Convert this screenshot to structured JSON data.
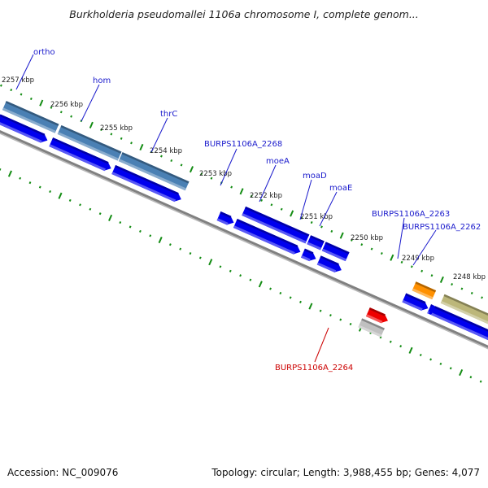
{
  "header": {
    "title": "Burkholderia pseudomallei 1106a chromosome I, complete genom..."
  },
  "footer": {
    "accession": "Accession: NC_009076",
    "summary": "Topology: circular; Length: 3,988,455 bp; Genes: 4,077"
  },
  "colors": {
    "backbone": "#808080",
    "tick": "#138c13",
    "label_blue": "#1a1acc",
    "label_red": "#cc0000",
    "cds": "#0000ee",
    "gene_steel": "#4a80b4",
    "gene_orange": "#ff9000",
    "gene_olive": "#bcb77a",
    "gene_red": "#ee0000",
    "gene_gray": "#c0c0c0"
  },
  "map": {
    "tick_unit": "kbp",
    "major_ticks": [
      {
        "pos": 2257,
        "label": "2257 kbp"
      },
      {
        "pos": 2256,
        "label": "2256 kbp"
      },
      {
        "pos": 2255,
        "label": "2255 kbp"
      },
      {
        "pos": 2254,
        "label": "2254 kbp"
      },
      {
        "pos": 2253,
        "label": "2253 kbp"
      },
      {
        "pos": 2252,
        "label": "2252 kbp"
      },
      {
        "pos": 2251,
        "label": "2251 kbp"
      },
      {
        "pos": 2250,
        "label": "2250 kbp"
      },
      {
        "pos": 2249,
        "label": "2249 kbp"
      },
      {
        "pos": 2248,
        "label": "2248 kbp"
      }
    ],
    "features": [
      {
        "name": "ortho",
        "track": "gene",
        "strand": "upper",
        "start": 2257.6,
        "end": 2256.55,
        "color": "gene_steel",
        "arrow": false
      },
      {
        "name": "hom",
        "track": "gene",
        "strand": "upper",
        "start": 2256.5,
        "end": 2255.3,
        "color": "gene_steel",
        "arrow": false
      },
      {
        "name": "thrC",
        "track": "gene",
        "strand": "upper",
        "start": 2255.28,
        "end": 2253.95,
        "color": "gene_steel",
        "arrow": false
      },
      {
        "name": "ortho-cds",
        "track": "cds",
        "strand": "upper",
        "start": 2257.6,
        "end": 2256.62,
        "color": "cds",
        "arrow": true
      },
      {
        "name": "hom-cds",
        "track": "cds",
        "strand": "upper",
        "start": 2256.55,
        "end": 2255.35,
        "color": "cds",
        "arrow": true
      },
      {
        "name": "thrC-cds",
        "track": "cds",
        "strand": "upper",
        "start": 2255.3,
        "end": 2253.95,
        "color": "cds",
        "arrow": true
      },
      {
        "name": "BURPS1106A_2268",
        "track": "cds",
        "strand": "upper",
        "start": 2253.2,
        "end": 2252.9,
        "color": "cds",
        "arrow": true
      },
      {
        "name": "moeA",
        "track": "gene",
        "strand": "upper-cds",
        "start": 2252.82,
        "end": 2251.55,
        "color": "cds",
        "arrow": false
      },
      {
        "name": "moaD",
        "track": "gene",
        "strand": "upper-cds",
        "start": 2251.52,
        "end": 2251.25,
        "color": "cds",
        "arrow": false
      },
      {
        "name": "moaE",
        "track": "gene",
        "strand": "upper-cds",
        "start": 2251.22,
        "end": 2250.75,
        "color": "cds",
        "arrow": false
      },
      {
        "name": "moeA-cds",
        "track": "cds",
        "strand": "upper",
        "start": 2252.87,
        "end": 2251.57,
        "color": "cds",
        "arrow": true
      },
      {
        "name": "moaD-cds",
        "track": "cds",
        "strand": "upper",
        "start": 2251.52,
        "end": 2251.26,
        "color": "cds",
        "arrow": true
      },
      {
        "name": "moaE-cds",
        "track": "cds",
        "strand": "upper",
        "start": 2251.2,
        "end": 2250.75,
        "color": "cds",
        "arrow": true
      },
      {
        "name": "BURPS1106A_2263",
        "track": "gene",
        "strand": "upper",
        "start": 2249.42,
        "end": 2249.02,
        "color": "gene_orange",
        "arrow": false
      },
      {
        "name": "BURPS1106A_2263-cds",
        "track": "cds",
        "strand": "upper",
        "start": 2249.5,
        "end": 2249.02,
        "color": "cds",
        "arrow": true
      },
      {
        "name": "BURPS1106A_2262",
        "track": "cds",
        "strand": "upper",
        "start": 2249.0,
        "end": 2248.88,
        "color": "cds",
        "arrow": true
      },
      {
        "name": "BURPS1106A_2261",
        "track": "gene",
        "strand": "upper",
        "start": 2248.85,
        "end": 2247.5,
        "color": "gene_olive",
        "arrow": false
      },
      {
        "name": "BURPS1106A_2261-cds",
        "track": "cds",
        "strand": "upper",
        "start": 2248.92,
        "end": 2247.5,
        "color": "cds",
        "arrow": false
      },
      {
        "name": "BURPS1106A_2264",
        "track": "gene",
        "strand": "lower",
        "start": 2250.05,
        "end": 2249.6,
        "color": "gene_gray",
        "arrow": false
      },
      {
        "name": "BURPS1106A_2264-cds",
        "track": "cds",
        "strand": "lower",
        "start": 2250.0,
        "end": 2249.6,
        "color": "gene_red",
        "arrow": true
      }
    ],
    "labels": [
      {
        "text": "ortho",
        "color": "label_blue"
      },
      {
        "text": "hom",
        "color": "label_blue"
      },
      {
        "text": "thrC",
        "color": "label_blue"
      },
      {
        "text": "BURPS1106A_2268",
        "color": "label_blue"
      },
      {
        "text": "moeA",
        "color": "label_blue"
      },
      {
        "text": "moaD",
        "color": "label_blue"
      },
      {
        "text": "moaE",
        "color": "label_blue"
      },
      {
        "text": "BURPS1106A_2263",
        "color": "label_blue"
      },
      {
        "text": "BURPS1106A_2262",
        "color": "label_blue"
      },
      {
        "text": "BURPS1106A_2264",
        "color": "label_red"
      }
    ]
  }
}
